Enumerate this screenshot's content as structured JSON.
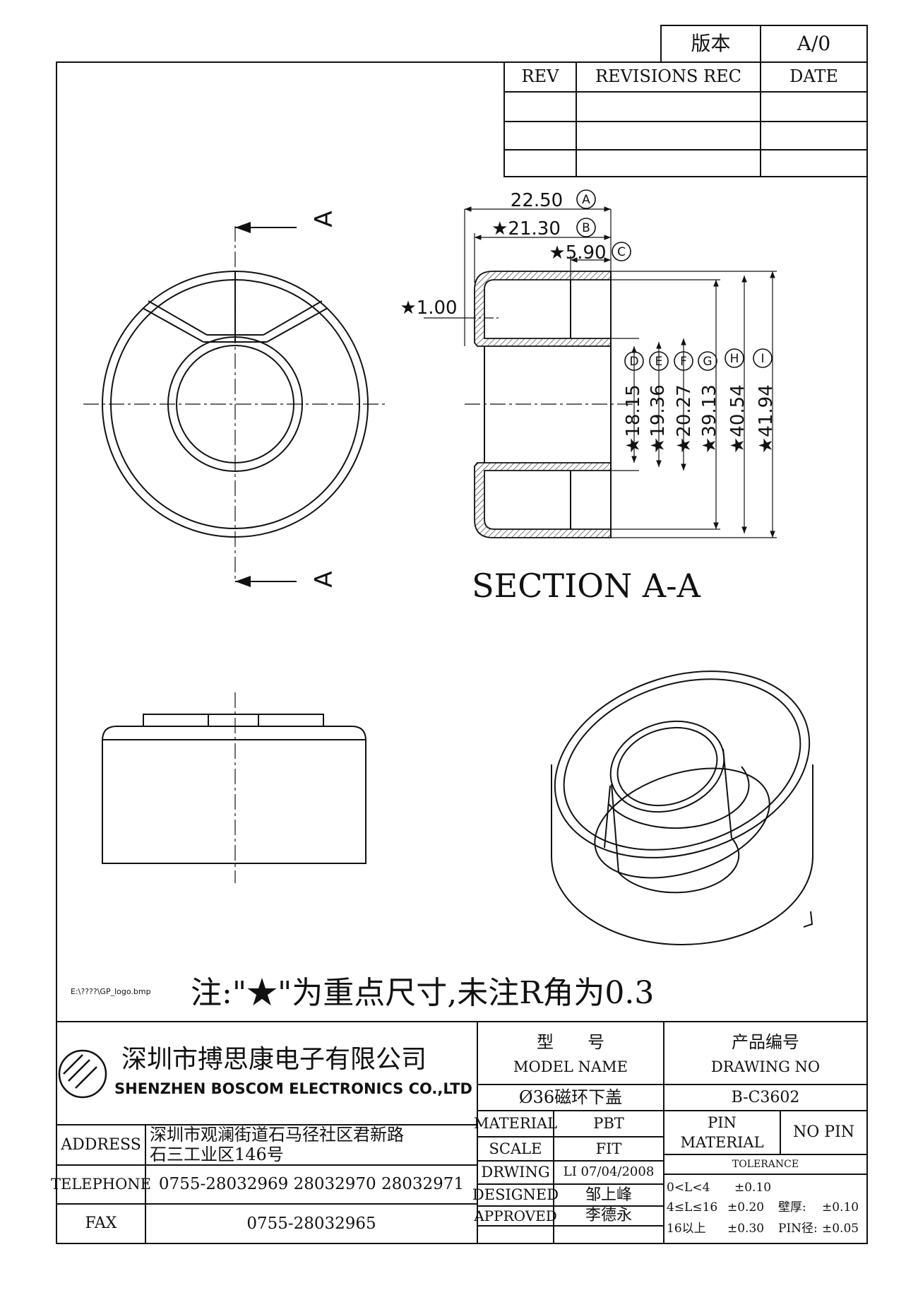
{
  "version_box": {
    "label": "版本",
    "value": "A/0"
  },
  "revision_table": {
    "headers": [
      "REV",
      "REVISIONS REC",
      "DATE"
    ],
    "rows": [
      [
        "",
        "",
        ""
      ],
      [
        "",
        "",
        ""
      ],
      [
        "",
        "",
        ""
      ]
    ]
  },
  "section_view": {
    "title": "SECTION A-A",
    "cut_label_top": "A",
    "cut_label_bottom": "A"
  },
  "dimensions": {
    "a": "22.50",
    "b": "★21.30",
    "c": "★5.90",
    "wall": "★1.00",
    "d": "★18.15",
    "e": "★19.36",
    "f": "★20.27",
    "g": "★39.13",
    "h": "★40.54",
    "i": "★41.94",
    "markers": [
      "A",
      "B",
      "C",
      "D",
      "E",
      "F",
      "G",
      "H",
      "I"
    ]
  },
  "logo_path": "E:\\????\\GP_logo.bmp",
  "note": "注:\"★\"为重点尺寸,未注R角为0.3",
  "company": {
    "name_cn": "深圳市搏思康电子有限公司",
    "name_en": "SHENZHEN BOSCOM ELECTRONICS CO.,LTD"
  },
  "title_block": {
    "model_label_cn": "型　　号",
    "model_label_en": "MODEL NAME",
    "model_value": "Ø36磁环下盖",
    "drawing_no_label_cn": "产品编号",
    "drawing_no_label_en": "DRAWING NO",
    "drawing_no_value": "B-C3602",
    "address_label": "ADDRESS",
    "address_line1": "深圳市观澜街道石马径社区君新路",
    "address_line2": "石三工业区146号",
    "telephone_label": "TELEPHONE",
    "telephone_value": "0755-28032969 28032970 28032971",
    "fax_label": "FAX",
    "fax_value": "0755-28032965",
    "material_label": "MATERIAL",
    "material_value": "PBT",
    "scale_label": "SCALE",
    "scale_value": "FIT",
    "drawing_label": "DRWING",
    "drawing_value": "LI 07/04/2008",
    "designed_label": "DESIGNED",
    "designed_value": "邹上峰",
    "approved_label": "APPROVED",
    "approved_value": "李德永",
    "pin_material_label1": "PIN",
    "pin_material_label2": "MATERIAL",
    "pin_material_value": "NO PIN",
    "tolerance_label": "TOLERANCE",
    "tolerance_rows": [
      {
        "range": "0<L<4",
        "value": "±0.10",
        "extra_label": "",
        "extra_value": ""
      },
      {
        "range": "4≤L≤16",
        "value": "±0.20",
        "extra_label": "壁厚:",
        "extra_value": "±0.10"
      },
      {
        "range": "16以上",
        "value": "±0.30",
        "extra_label": "PIN径:",
        "extra_value": "±0.05"
      }
    ]
  }
}
